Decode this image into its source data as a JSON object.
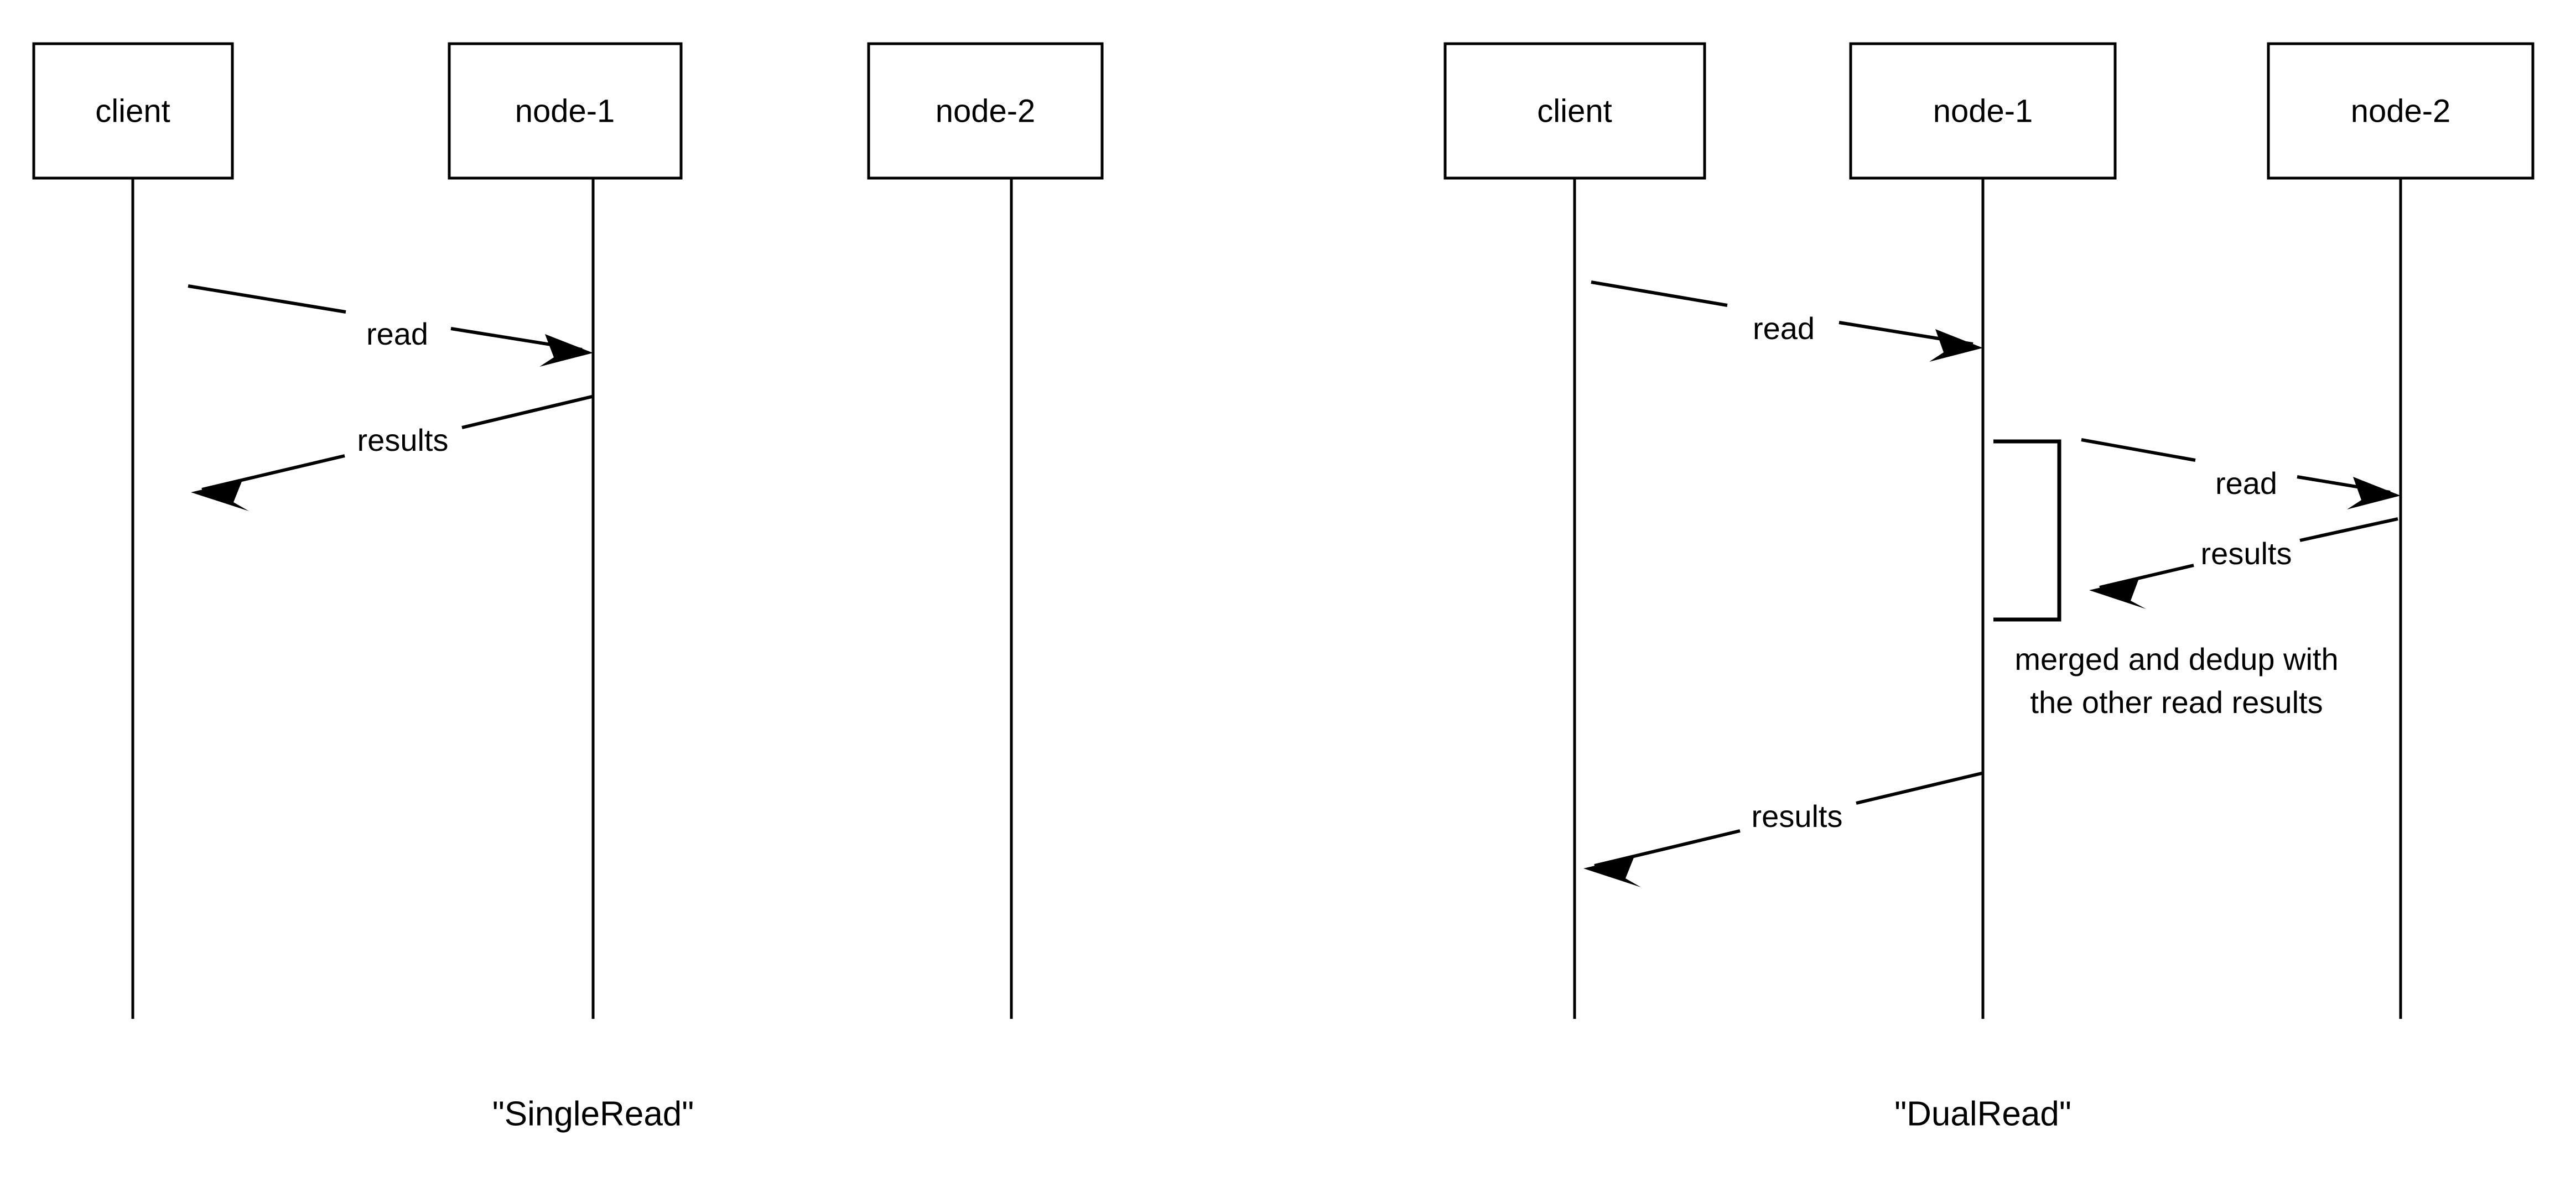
{
  "page": {
    "title": "SingleRead vs DualRead sequence diagrams",
    "background_color": "#ffffff",
    "stroke_color": "#000000"
  },
  "chart_data": {
    "type": "diagram",
    "diagram_kind": "uml-sequence",
    "panels": [
      {
        "id": "single-read",
        "caption": "\"SingleRead\"",
        "participants": [
          {
            "id": "client",
            "label": "client"
          },
          {
            "id": "node-1",
            "label": "node-1"
          },
          {
            "id": "node-2",
            "label": "node-2"
          }
        ],
        "messages": [
          {
            "label": "read",
            "from": "client",
            "to": "node-1",
            "direction": "right"
          },
          {
            "label": "results",
            "from": "node-1",
            "to": "client",
            "direction": "left"
          }
        ],
        "activations": [],
        "notes": []
      },
      {
        "id": "dual-read",
        "caption": "\"DualRead\"",
        "participants": [
          {
            "id": "client",
            "label": "client"
          },
          {
            "id": "node-1",
            "label": "node-1"
          },
          {
            "id": "node-2",
            "label": "node-2"
          }
        ],
        "messages": [
          {
            "label": "read",
            "from": "client",
            "to": "node-1",
            "direction": "right"
          },
          {
            "label": "read",
            "from": "node-1",
            "to": "node-2",
            "direction": "right"
          },
          {
            "label": "results",
            "from": "node-2",
            "to": "node-1",
            "direction": "left"
          },
          {
            "label": "results",
            "from": "node-1",
            "to": "client",
            "direction": "left"
          }
        ],
        "activations": [
          {
            "on": "node-1",
            "label": ""
          }
        ],
        "notes": [
          {
            "on": "node-1",
            "lines": [
              "merged and dedup with",
              "the other read results"
            ]
          }
        ]
      }
    ]
  },
  "left_panel": {
    "participant_client": "client",
    "participant_node1": "node-1",
    "participant_node2": "node-2",
    "msg_read": "read",
    "msg_results": "results",
    "caption": "\"SingleRead\""
  },
  "right_panel": {
    "participant_client": "client",
    "participant_node1": "node-1",
    "participant_node2": "node-2",
    "msg_read_client_node1": "read",
    "msg_read_node1_node2": "read",
    "msg_results_node2_node1": "results",
    "msg_results_node1_client": "results",
    "note_line1": "merged and dedup with",
    "note_line2": "the other read results",
    "caption": "\"DualRead\""
  }
}
